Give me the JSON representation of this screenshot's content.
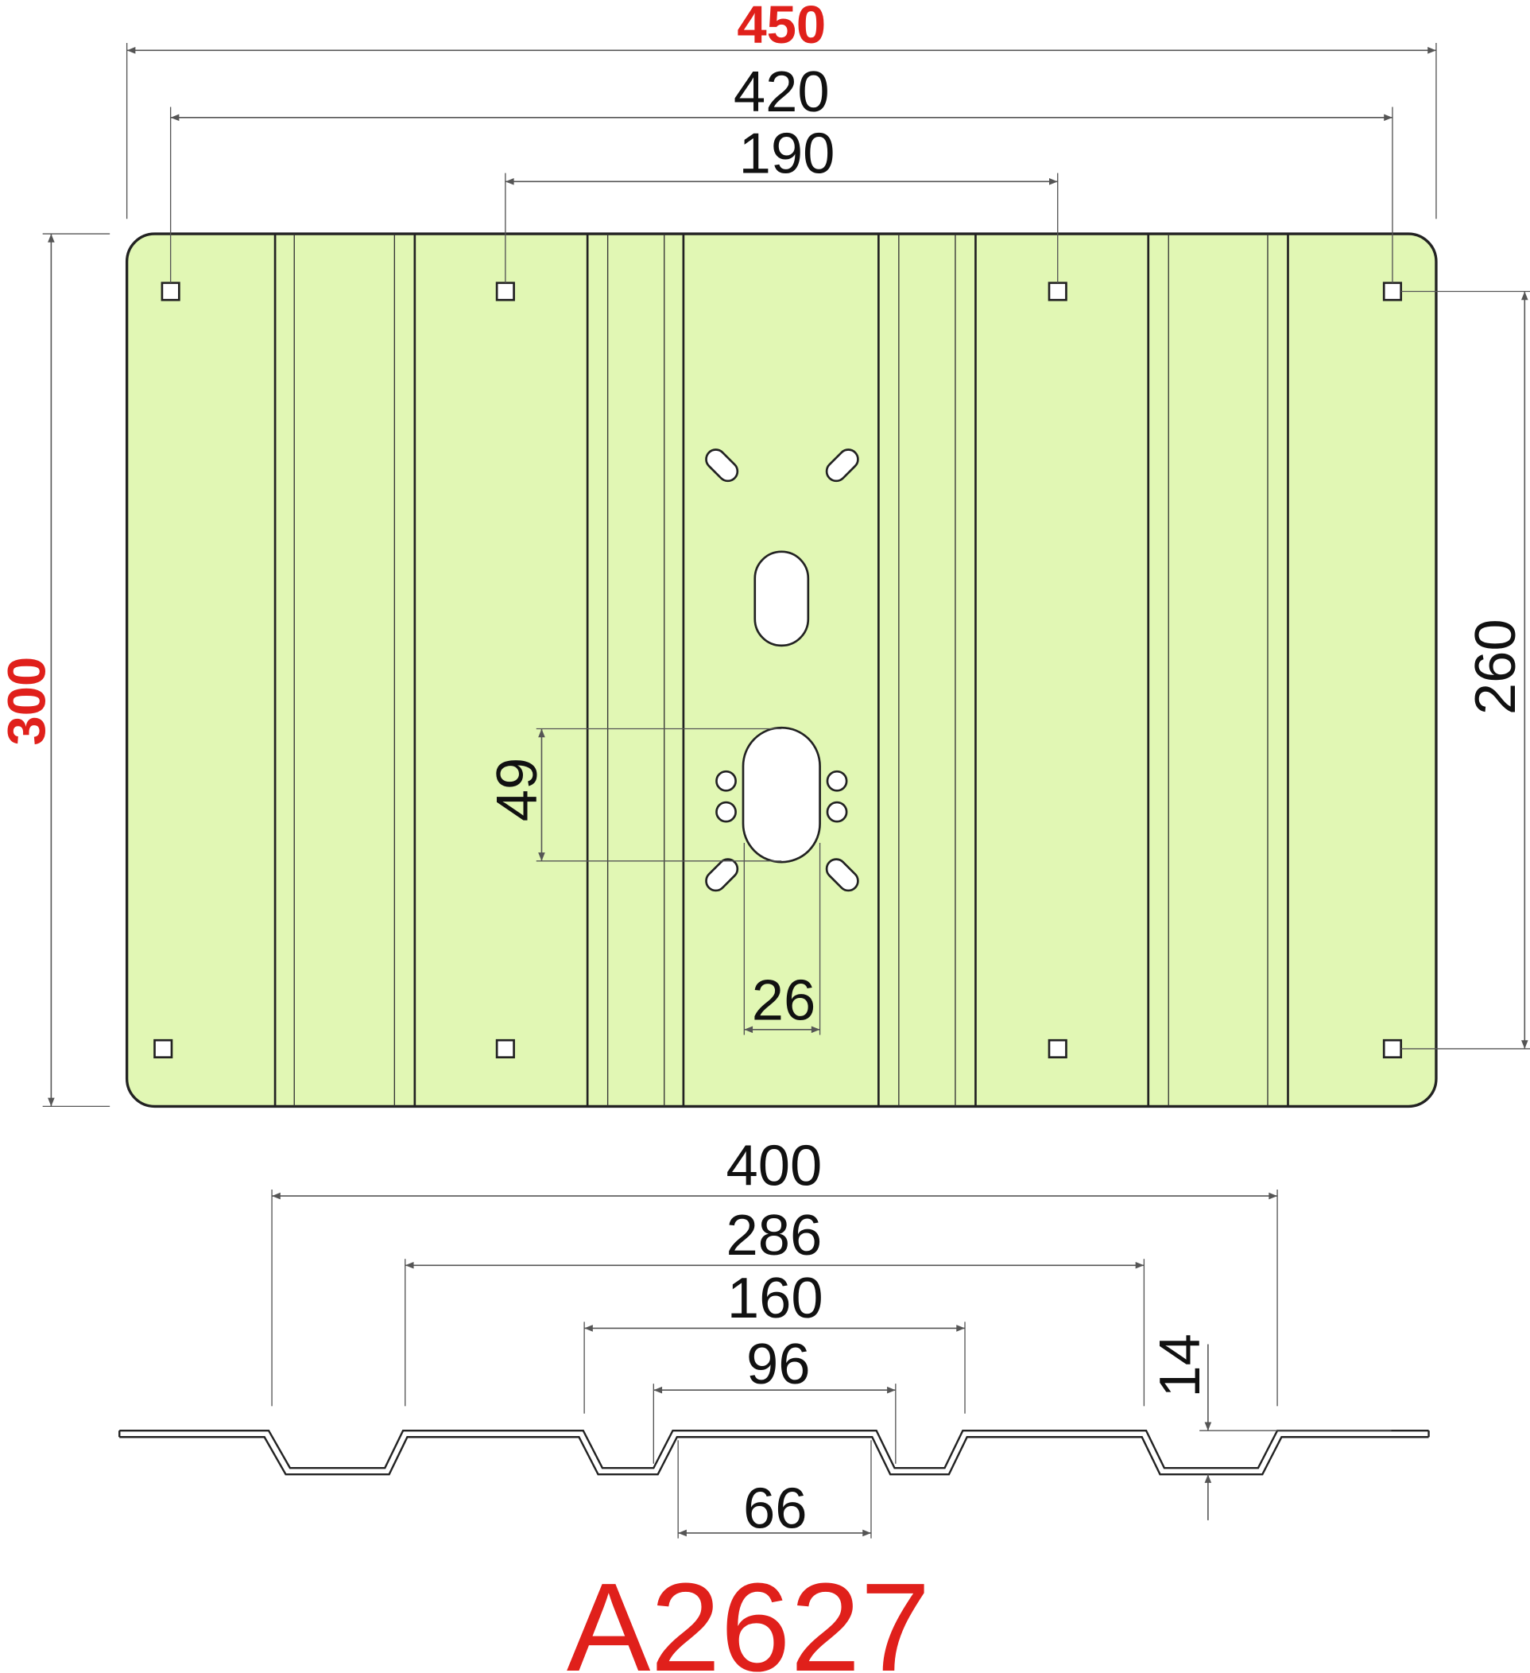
{
  "part_number": "A2627",
  "colors": {
    "plate_fill": "#e1f7b4",
    "red": "#e0201b",
    "line": "#222222"
  },
  "top_view": {
    "overall_width": "450",
    "overall_height": "300",
    "hole_span_x": "420",
    "inner_hole_span_x": "190",
    "hole_span_y": "260",
    "slot_length": "49",
    "slot_width": "26"
  },
  "profile_view": {
    "span_outer": "400",
    "span_286": "286",
    "span_160": "160",
    "span_96": "96",
    "span_66": "66",
    "depth": "14"
  }
}
